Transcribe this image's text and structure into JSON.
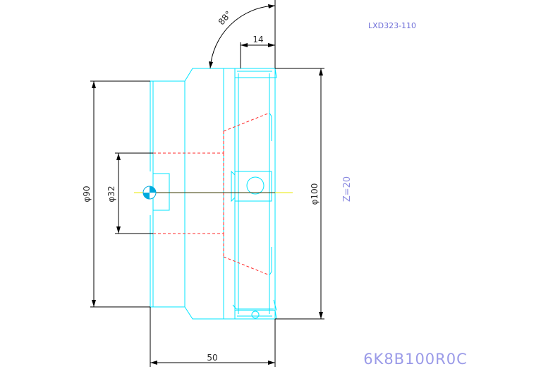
{
  "drawing_number": "LXD323-110",
  "product_code": "6K8B100R0C",
  "parameters": {
    "teeth": "Z=20"
  },
  "dimensions": {
    "angle": "88°",
    "width_top": "14",
    "outer_diameter": "φ100",
    "body_diameter": "φ90",
    "bore_diameter": "φ32",
    "overall_length": "50"
  },
  "colors": {
    "outline": "#00e5ff",
    "dimension": "#000000",
    "hidden_line": "#ff2a2a",
    "centerline": "#e8e800",
    "annotation_blue": "#7a7ae0"
  }
}
